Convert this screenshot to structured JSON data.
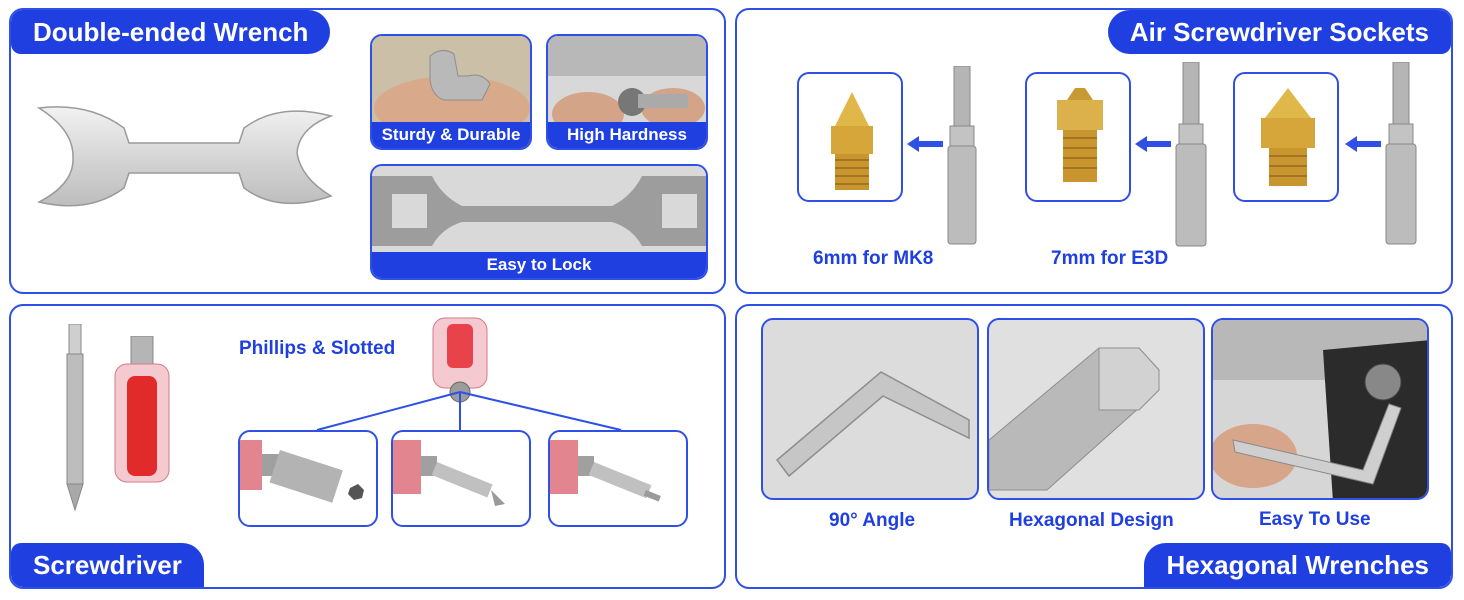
{
  "wrench_panel": {
    "title": "Double-ended Wrench",
    "captions": {
      "sturdy": "Sturdy & Durable",
      "hardness": "High Hardness",
      "lock": "Easy to Lock"
    }
  },
  "sockets_panel": {
    "title": "Air Screwdriver Sockets",
    "labels": {
      "mk8": "6mm for MK8",
      "e3d": "7mm for E3D"
    }
  },
  "screwdriver_panel": {
    "title": "Screwdriver",
    "subtitle": "Phillips & Slotted"
  },
  "hex_panel": {
    "title": "Hexagonal Wrenches",
    "captions": {
      "angle": "90° Angle",
      "design": "Hexagonal Design",
      "use": "Easy To Use"
    }
  },
  "colors": {
    "accent": "#1f3fe0",
    "border": "#2f50e6"
  }
}
